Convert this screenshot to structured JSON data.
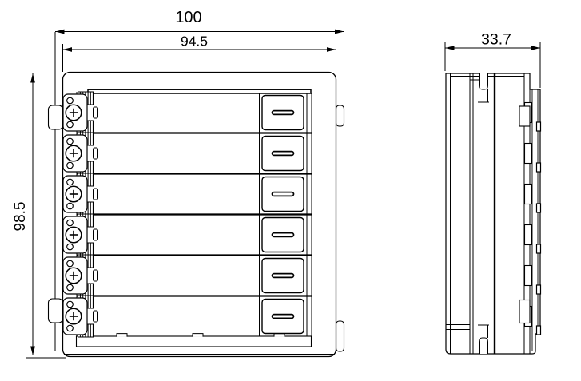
{
  "page": {
    "background": "#ffffff"
  },
  "drawing": {
    "type": "technical-dimension-drawing",
    "line_color": "#000000",
    "front_view": {
      "button_count": 6,
      "screw_terminal_count": 6,
      "row_count": 6
    },
    "side_view": {
      "terminal_lug_count": 6
    },
    "dimensions": {
      "overall_width": {
        "label": "100"
      },
      "inner_width": {
        "label": "94.5"
      },
      "overall_height": {
        "label": "98.5"
      },
      "depth": {
        "label": "33.7"
      }
    }
  }
}
